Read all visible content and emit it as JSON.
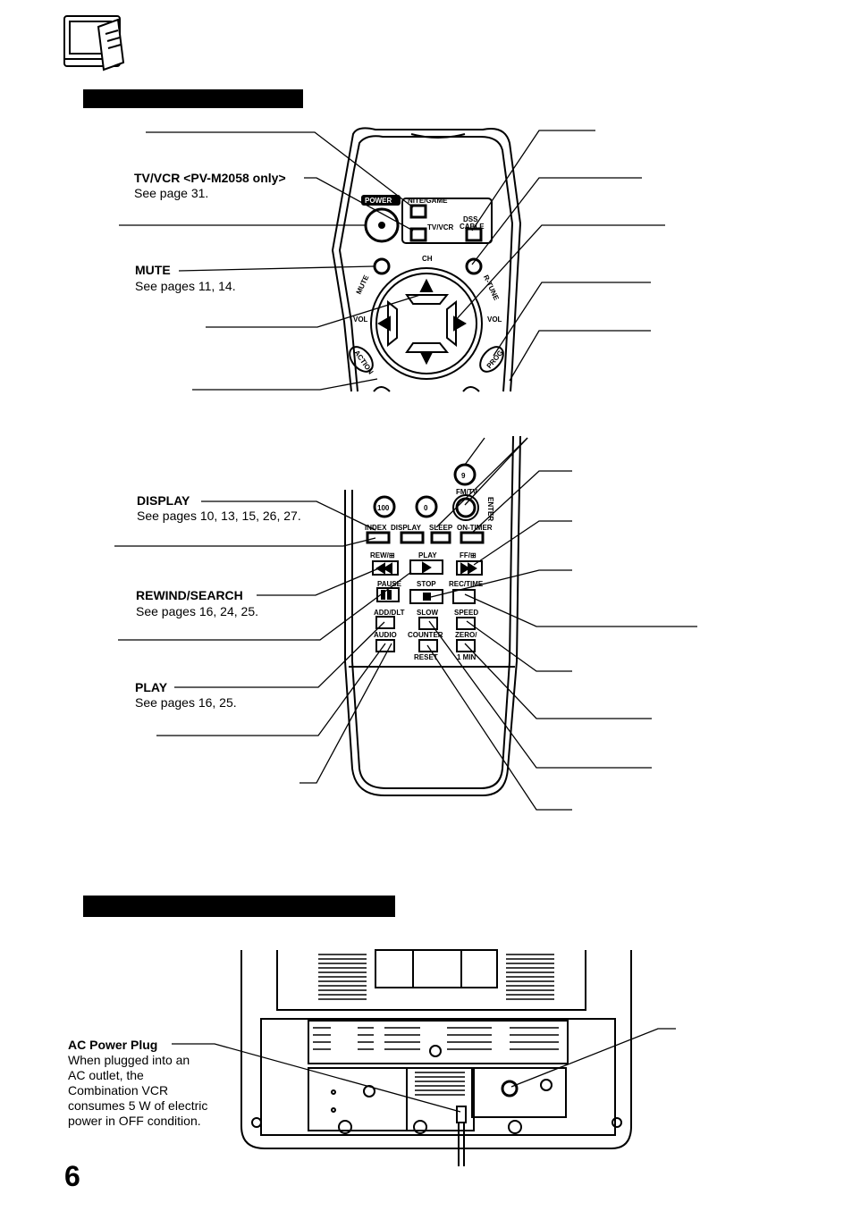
{
  "remote_labels": {
    "tvvcr": {
      "title": "TV/VCR <PV-M2058 only>",
      "desc": "See page 31."
    },
    "mute": {
      "title": "MUTE",
      "desc": "See pages 11, 14."
    },
    "display": {
      "title": "DISPLAY",
      "desc": "See pages 10, 13, 15, 26, 27."
    },
    "rewind": {
      "title": "REWIND/SEARCH",
      "desc": "See pages 16, 24, 25."
    },
    "play": {
      "title": "PLAY",
      "desc": "See pages 16, 25."
    }
  },
  "remote_buttons": {
    "power": "POWER",
    "nite_game": "NITE/GAME",
    "tv_vcr": "TV/VCR",
    "dss_cable": "DSS CABLE",
    "ch": "CH",
    "mute": "MUTE",
    "r_tune": "R-TUNE",
    "vol_left": "VOL",
    "vol_right": "VOL",
    "action": "ACTION",
    "prog": "PROG",
    "nine": "9",
    "fm_tv": "FM/TV",
    "enter": "ENTER",
    "hundred": "100",
    "zero": "0",
    "index": "INDEX",
    "display": "DISPLAY",
    "sleep": "SLEEP",
    "on_timer": "ON-TIMER",
    "rew": "REW/⊞",
    "play": "PLAY",
    "ff": "FF/⊞",
    "pause": "PAUSE",
    "stop": "STOP",
    "rec_time": "REC/TIME",
    "add_dlt": "ADD/DLT",
    "slow": "SLOW",
    "speed": "SPEED",
    "audio": "AUDIO",
    "counter": "COUNTER",
    "reset": "RESET",
    "zero_min": "ZERO/",
    "one_min": "1 MIN"
  },
  "rear_labels": {
    "ac_plug": {
      "title": "AC Power Plug",
      "desc": [
        "When plugged into an",
        "AC outlet, the",
        "Combination VCR",
        "consumes 5 W of electric",
        "power in OFF condition."
      ]
    }
  },
  "page_number": "6"
}
